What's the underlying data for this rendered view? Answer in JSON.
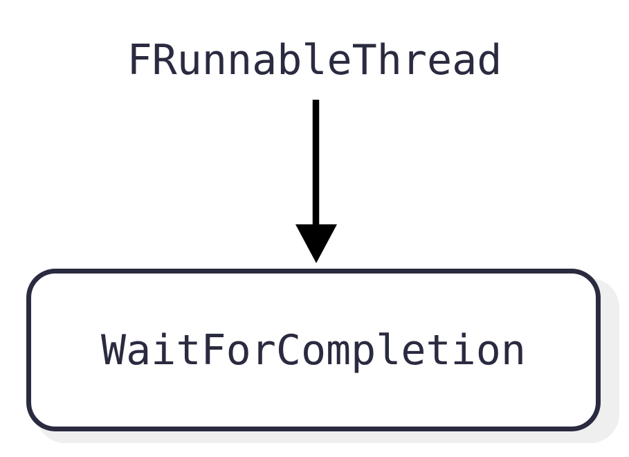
{
  "diagram": {
    "type": "flowchart",
    "orientation": "top-down",
    "background_color": "#ffffff",
    "root": {
      "id": "FRunnableThread",
      "label": "FRunnableThread",
      "style": "plain-text",
      "text_color": "#2a2b40"
    },
    "nodes": [
      {
        "id": "WaitForCompletion",
        "label": "WaitForCompletion",
        "shape": "rounded-rectangle",
        "border_color": "#2a2b40",
        "fill_color": "#ffffff",
        "text_color": "#2a2b40",
        "shadow_color": "#efefef"
      }
    ],
    "edges": [
      {
        "id": "edge-frunnablethread-waitforcompletion",
        "from": "FRunnableThread",
        "to": "WaitForCompletion",
        "label": "",
        "arrowhead": "filled-triangle",
        "color": "#000000",
        "direction": "down"
      }
    ]
  }
}
